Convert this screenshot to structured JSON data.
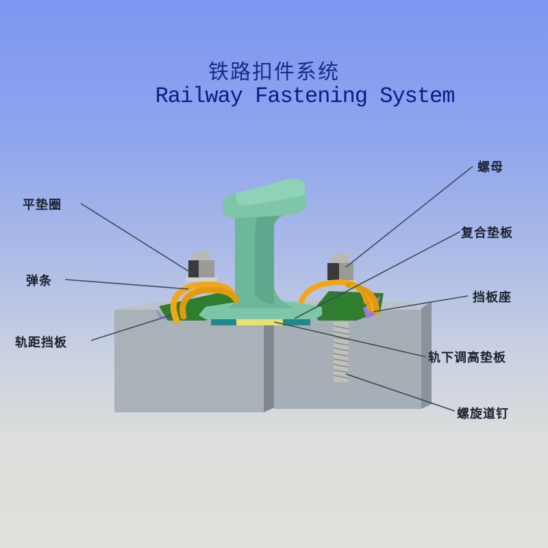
{
  "title": {
    "chinese": "铁路扣件系统",
    "english": "Railway Fastening System"
  },
  "colors": {
    "background_top": "#7d97f1",
    "background_bottom": "#dfe0da",
    "title_text": "#0f1a86",
    "rail": "#7fc6a8",
    "rail_shade": "#5fa88d",
    "gauge_plate": "#2f7d2f",
    "elastic_clip": "#f0a818",
    "base_plate": "#1f8a8a",
    "height_pad": "#e8e070",
    "concrete": "#a9b2b8",
    "bolt": "#c8c8c4",
    "nut": "#3a3a3a",
    "insulator": "#9a7fd0"
  },
  "labels": {
    "flat_washer": "平垫圈",
    "elastic_clip": "弹条",
    "gauge_baffle": "轨距挡板",
    "nut": "螺母",
    "composite_pad": "复合垫板",
    "baffle_seat": "挡板座",
    "under_rail_pad": "轨下调高垫板",
    "screw_spike": "螺旋道钉"
  }
}
